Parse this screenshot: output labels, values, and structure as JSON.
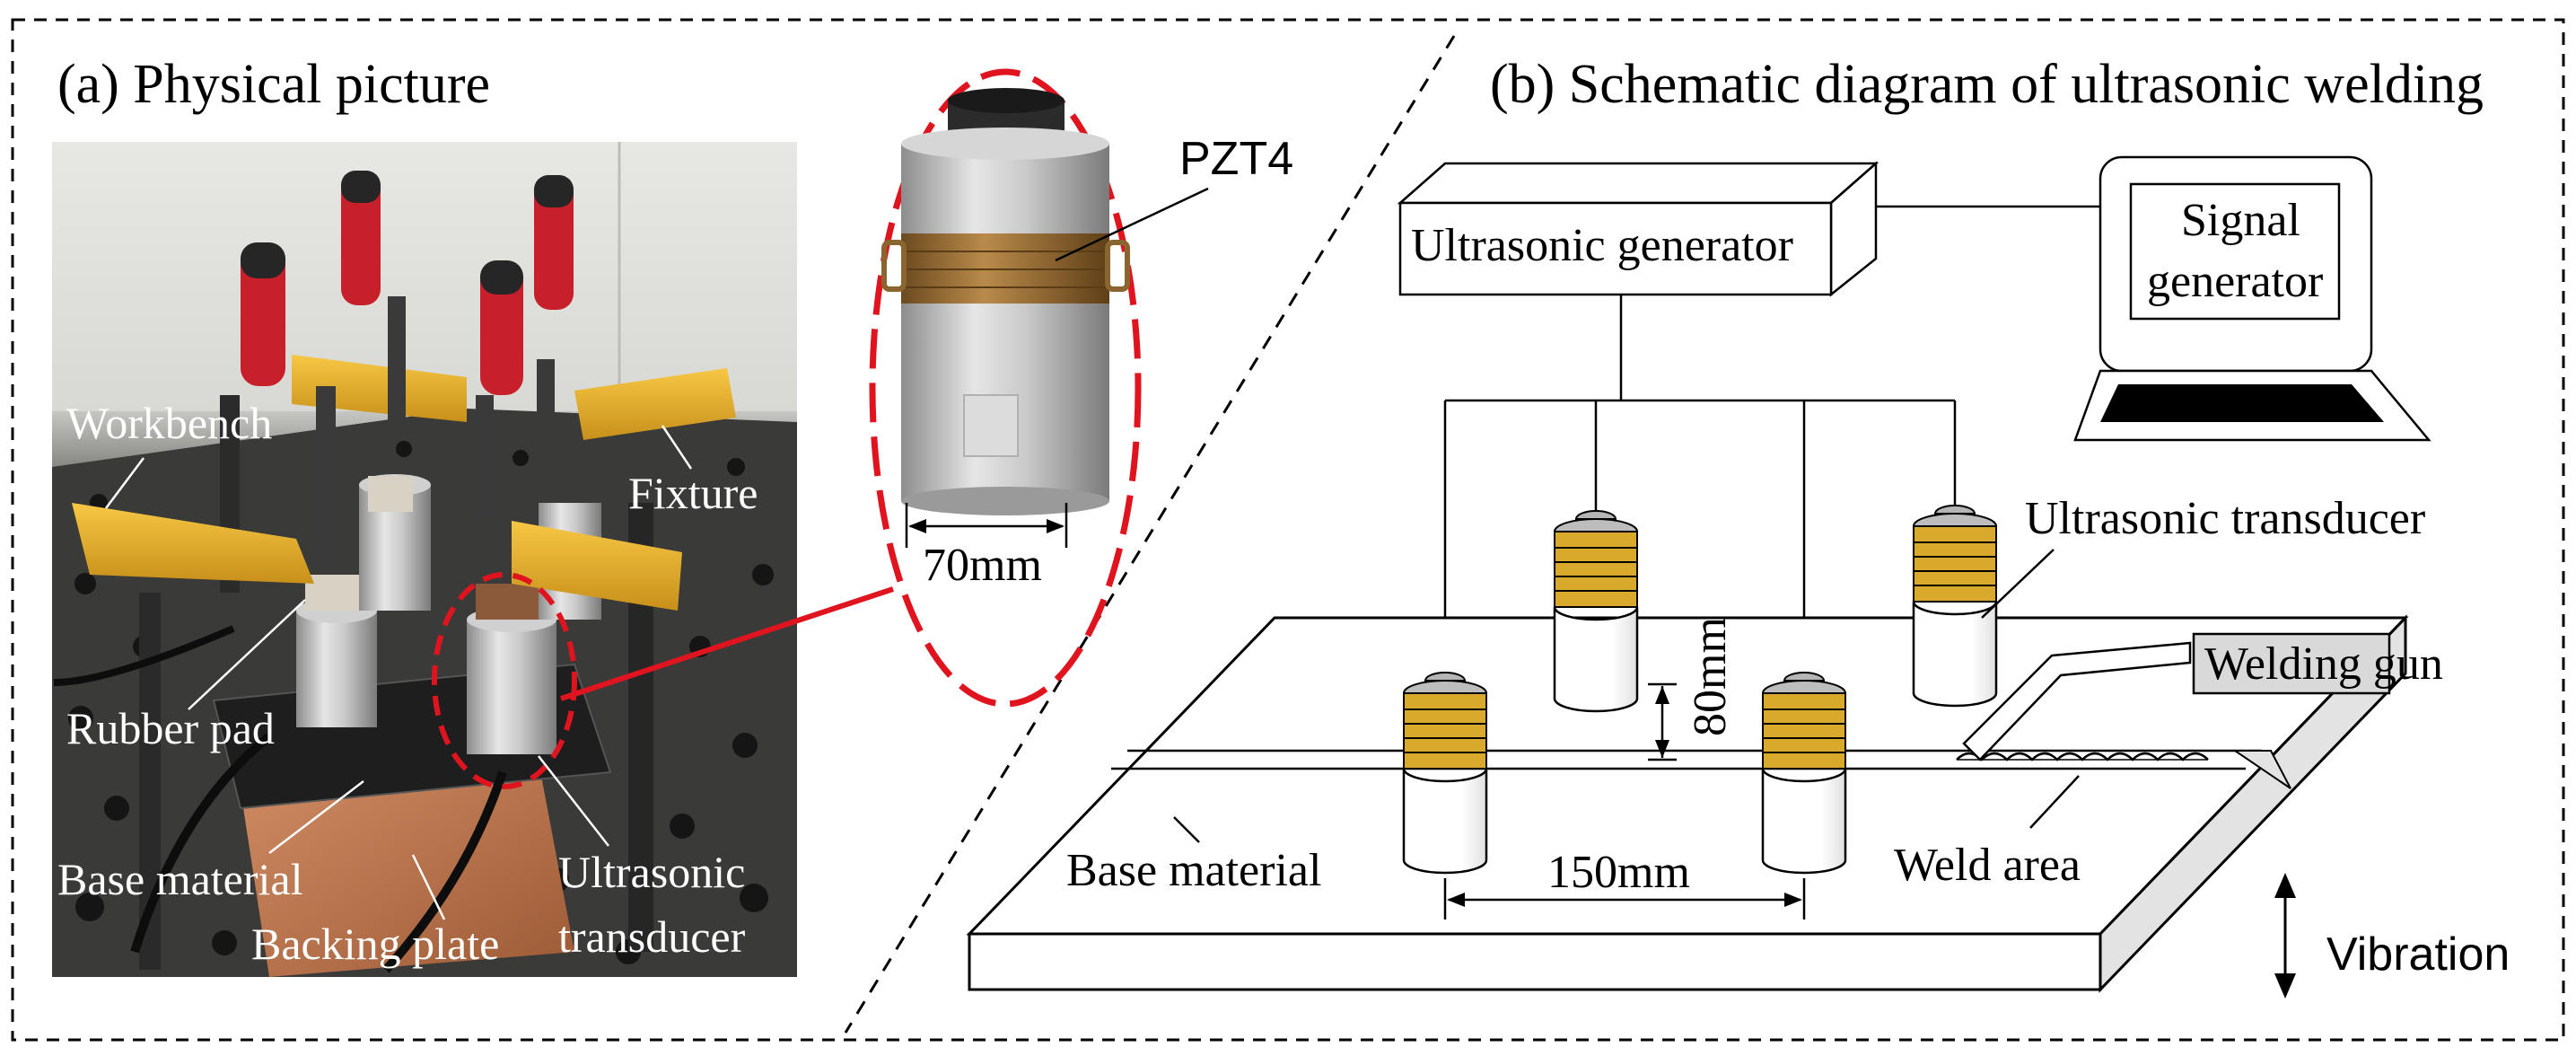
{
  "panel_a": {
    "title": "(a) Physical picture",
    "labels": {
      "workbench": "Workbench",
      "fixture": "Fixture",
      "rubber_pad": "Rubber pad",
      "base_material": "Base material",
      "backing_plate": "Backing plate",
      "transducer_line1": "Ultrasonic",
      "transducer_line2": "transducer"
    },
    "inset": {
      "material_label": "PZT4",
      "diameter_label": "70mm"
    }
  },
  "panel_b": {
    "title": "(b) Schematic diagram of ultrasonic welding",
    "ultrasonic_generator": "Ultrasonic generator",
    "signal_generator_line1": "Signal",
    "signal_generator_line2": "generator",
    "ultrasonic_transducer": "Ultrasonic transducer",
    "welding_gun": "Welding gun",
    "height_dim": "80mm",
    "spacing_dim": "150mm",
    "base_material": "Base material",
    "weld_area": "Weld area",
    "vibration": "Vibration"
  },
  "colors": {
    "highlight": "#e0141e",
    "coil_gold": "#d9a92b",
    "transducer_cap": "#9a9a9a",
    "gun_box": "#d9d9d9"
  }
}
